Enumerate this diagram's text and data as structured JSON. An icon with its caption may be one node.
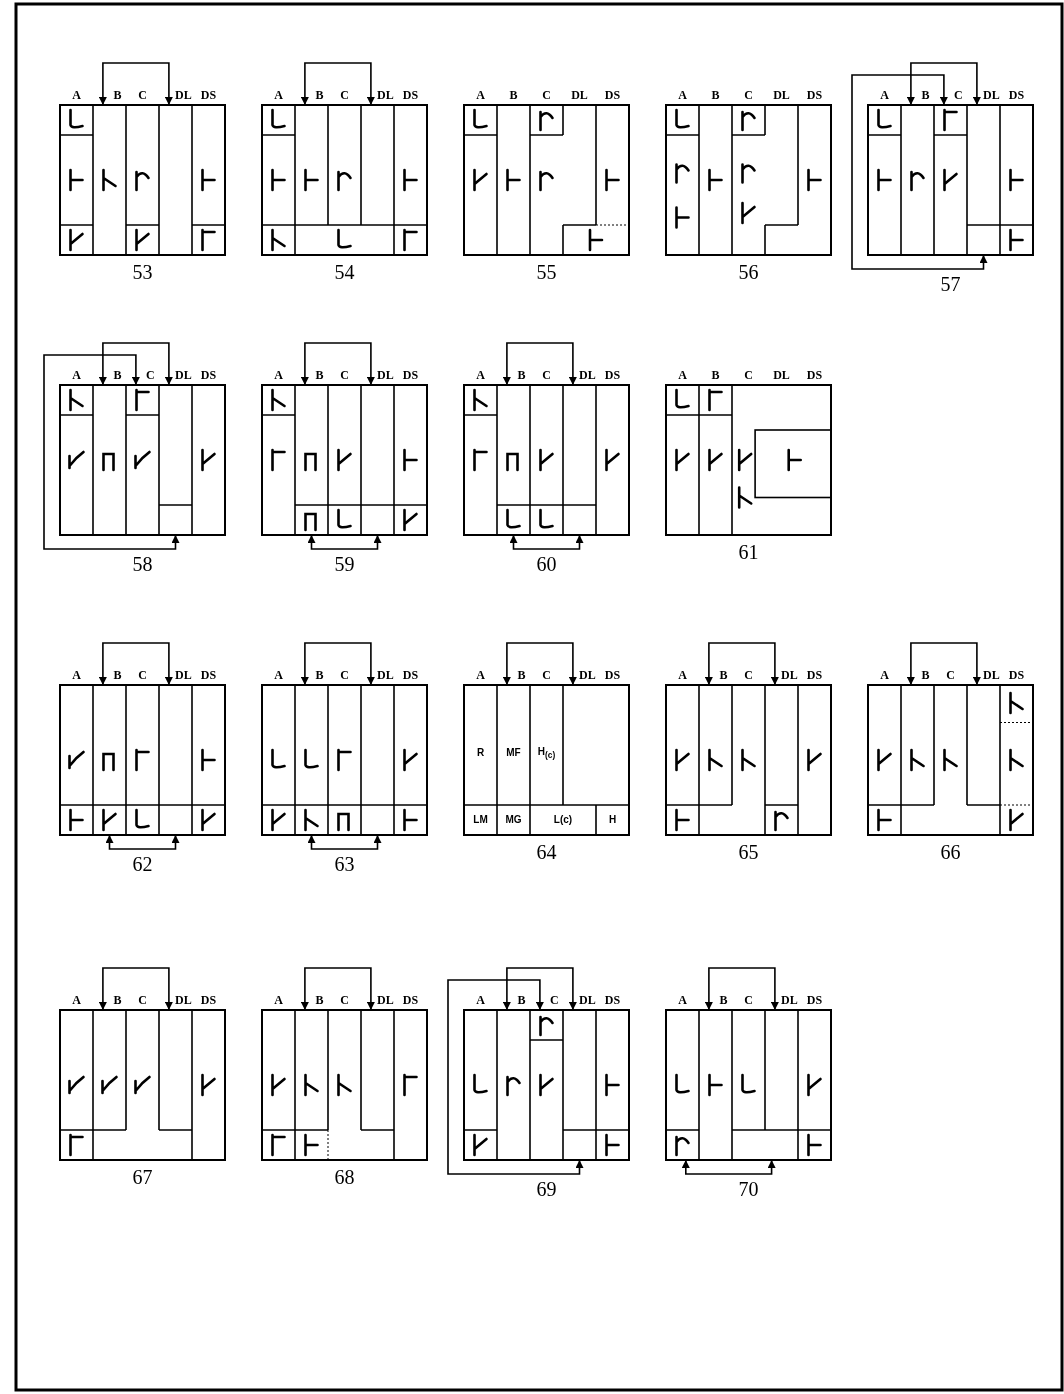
{
  "diagram": {
    "labels": [
      "A",
      "B",
      "C",
      "DL",
      "DS",
      "53",
      "A",
      "B",
      "C",
      "DL",
      "DS",
      "54",
      "A",
      "B",
      "C",
      "DL",
      "DS",
      "55",
      "A",
      "B",
      "C",
      "DL",
      "DS",
      "56",
      "A",
      "B",
      "C",
      "DL",
      "DS",
      "57",
      "A",
      "B",
      "C",
      "DL",
      "DS",
      "58",
      "A",
      "B",
      "C",
      "DL",
      "DS",
      "59",
      "A",
      "B",
      "C",
      "DL",
      "DS",
      "60",
      "A",
      "B",
      "C",
      "DL",
      "DS",
      "61",
      "A",
      "B",
      "C",
      "DL",
      "DS",
      "62",
      "A",
      "B",
      "C",
      "DL",
      "DS",
      "63",
      "A",
      "B",
      "C",
      "DL",
      "DS",
      "R",
      "MF",
      "H$_{(c)}$",
      "LM",
      "MG",
      "L(c)",
      "H",
      "64",
      "A",
      "B",
      "C",
      "DL",
      "DS",
      "65",
      "A",
      "B",
      "C",
      "DL",
      "DS",
      "66",
      "A",
      "B",
      "C",
      "DL",
      "DS",
      "67",
      "A",
      "B",
      "C",
      "DL",
      "DS",
      "68",
      "A",
      "B",
      "C",
      "DL",
      "DS",
      "69",
      "A",
      "B",
      "C",
      "DL",
      "DS",
      "70"
    ]
  }
}
